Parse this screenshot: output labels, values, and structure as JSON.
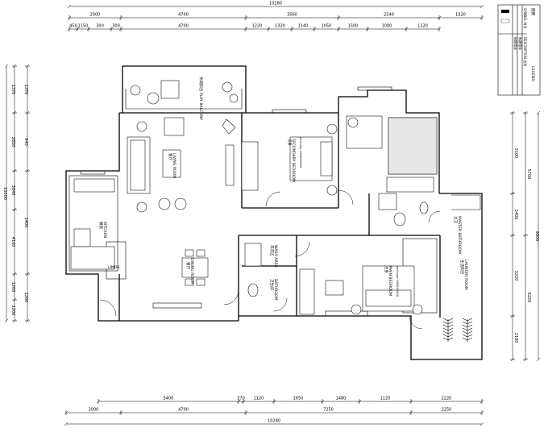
{
  "dimensions": {
    "top_total": "10280",
    "top_row1": [
      "2000",
      "4700",
      "3560",
      "2540",
      "1320"
    ],
    "top_row2": [
      "450",
      "1150",
      "300",
      "300",
      "4700",
      "1220",
      "1320",
      "1140",
      "1050",
      "1500",
      "1000",
      "1320"
    ],
    "bottom_row1": [
      "5400",
      "370",
      "1120",
      "1650",
      "1480",
      "1120",
      "2220"
    ],
    "bottom_row2": [
      "2000",
      "4700",
      "7250",
      "2250"
    ],
    "bottom_total": "10280",
    "left_total": "10000",
    "left_row1": [
      "1370",
      "2850",
      "3640",
      "4100",
      "1200",
      "1200"
    ],
    "left_row2": [
      "1370",
      "640",
      "1400",
      "1200"
    ],
    "right_row1": [
      "3100",
      "2400",
      "3220",
      "2180"
    ],
    "right_row2": [
      "5700",
      "6220"
    ],
    "right_total": "9800"
  },
  "legend": {
    "title": "图例",
    "title_en": "LEGEND",
    "col1": "SYMBOL 符号",
    "col2": "DESCRIPTION 名称",
    "row1": "新建墙体",
    "row2": "拆除墙体"
  },
  "rooms": {
    "balcony": "休闲阳台 PLAY BALCONY",
    "living_zh": "客厅",
    "living_en": "LIVING ROOM",
    "kitchen_zh": "厨房",
    "kitchen_en": "KITCHEN",
    "dining_zh": "餐厅",
    "dining_en": "DINING ROOM",
    "second_zh": "次卧",
    "second_en": "SECONDARY BEDROOM",
    "master_zh": "主卧",
    "master_en": "MAIN BEDROOM",
    "wash_zh": "洗衣区",
    "wash_en": "WASH AREA",
    "bath_zh": "卫生间",
    "bath_en": "BATHROOM",
    "master_bath_zh": "主卫",
    "master_bath_en": "MASTER BATHROOM",
    "laundry_zh": "生活阳台",
    "laundry_en": "LAUNDRY ROOM"
  },
  "bed_tags": {
    "second": "bed size: 1500X2000",
    "master": "bed size: 1800X2000"
  },
  "kitchen_tag": "LIMOS"
}
